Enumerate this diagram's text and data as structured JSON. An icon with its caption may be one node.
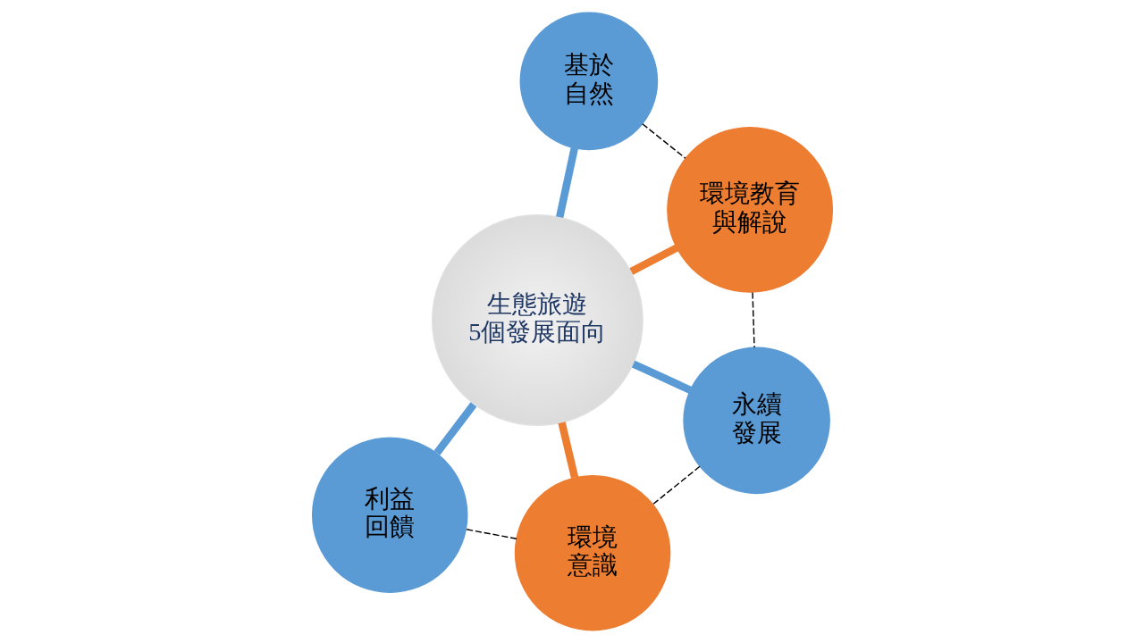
{
  "diagram": {
    "nodes": [
      {
        "text": [
          "生態旅遊5個發展面向"
        ]
      },
      {
        "text": [
          "基於自然"
        ]
      },
      {
        "text": [
          "利益回饋"
        ]
      },
      {
        "text": [
          "環境教育與解說"
        ]
      },
      {
        "text": [
          "永續發展"
        ]
      },
      {
        "text": [
          "環境意識"
        ]
      }
    ],
    "edges": [
      {
        "from": 0,
        "to": 1,
        "arrow": "none",
        "color": "#5b9bd5"
      },
      {
        "from": 0,
        "to": 2,
        "arrow": "none",
        "color": "#5b9bd5"
      },
      {
        "from": 0,
        "to": 3,
        "arrow": "none",
        "color": "#ed7d31"
      },
      {
        "from": 0,
        "to": 4,
        "arrow": "none",
        "color": "#5b9bd5"
      },
      {
        "from": 0,
        "to": 5,
        "arrow": "none",
        "color": "#ed7d31"
      },
      {
        "from": 1,
        "to": 3,
        "arrow": "none",
        "style": "dashed",
        "color": "#000000"
      },
      {
        "from": 3,
        "to": 4,
        "arrow": "none",
        "style": "dashed",
        "color": "#000000"
      },
      {
        "from": 4,
        "to": 5,
        "arrow": "none",
        "style": "dashed",
        "color": "#000000"
      },
      {
        "from": 5,
        "to": 2,
        "arrow": "none",
        "style": "dashed",
        "color": "#000000"
      }
    ]
  }
}
